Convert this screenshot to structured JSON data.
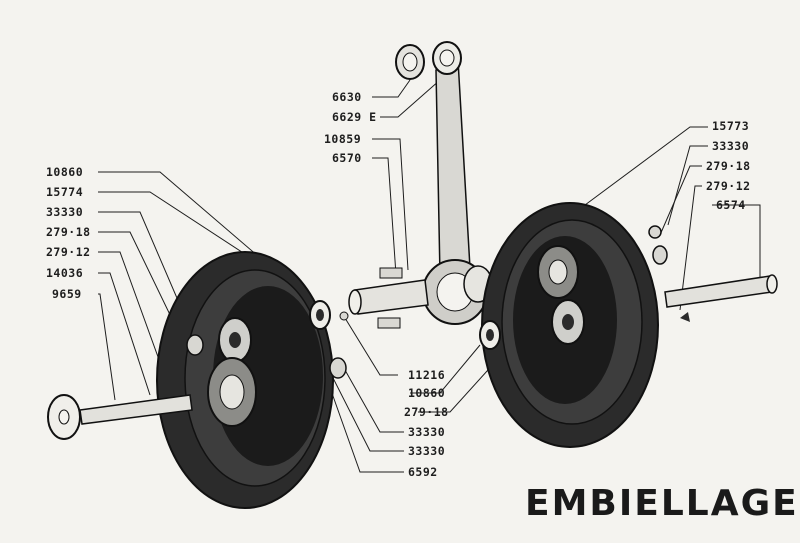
{
  "diagram": {
    "title": "EMBIELLAGE",
    "callouts": {
      "c6630": "6630",
      "c6629E": "6629 E",
      "c10859": "10859",
      "c6570": "6570",
      "l10860": "10860",
      "l15774": "15774",
      "l33330": "33330",
      "l279_18": "279·18",
      "l279_12": "279·12",
      "l14036": "14036",
      "l9659": "9659",
      "r15773": "15773",
      "r33330": "33330",
      "r279_18": "279·18",
      "r279_12": "279·12",
      "r6574": "6574",
      "b11216": "11216",
      "b10860": "10860",
      "b279_18": "279·18",
      "b33330a": "33330",
      "b33330b": "33330",
      "b6592": "6592"
    }
  }
}
